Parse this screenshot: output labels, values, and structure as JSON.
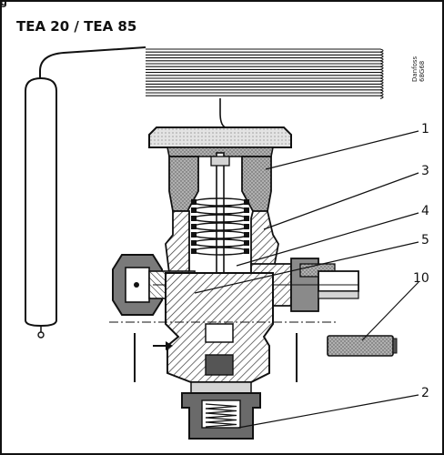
{
  "figure": {
    "fig_tag": "g",
    "title": "TEA 20 / TEA 85",
    "brand": "Danfoss",
    "drawing_code": "68G68"
  },
  "callouts": [
    {
      "label": "1"
    },
    {
      "label": "3"
    },
    {
      "label": "4"
    },
    {
      "label": "5"
    },
    {
      "label": "10"
    },
    {
      "label": "2"
    }
  ],
  "colors": {
    "line": "#111111",
    "fill_dark": "#6a6a6a",
    "fill_mid": "#9a9a9a",
    "fill_light": "#d4d4d4",
    "hatch": "#444444"
  }
}
